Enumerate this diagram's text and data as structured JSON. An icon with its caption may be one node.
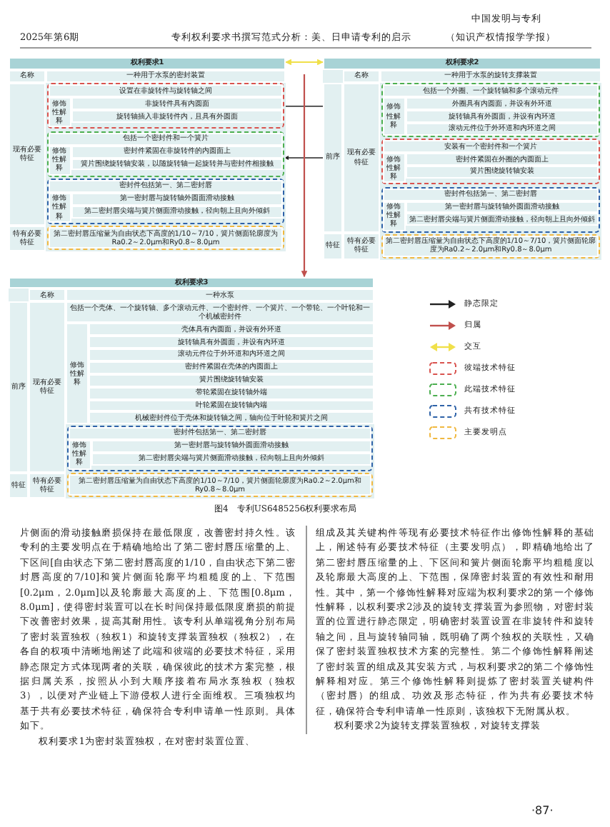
{
  "diagram": {
    "caption": "图4　专利US6485256权利要求布局",
    "nodes": [
      {
        "text": [
          "权利要求1",
          "名称",
          "一种用于水泵的密封装置",
          "现有必要特征",
          "特有必要特征"
        ]
      },
      {
        "text": [
          "设置在非旋转件与旋转轴之间",
          "修饰性解释",
          "非旋转件具有内圆面",
          "旋转轴插入非旋转件内，且具有外圆面"
        ],
        "in": 0
      },
      {
        "text": [
          "包括一个密封件和一个簧片",
          "修饰性解释",
          "密封件紧固在非旋转件的内圆面上",
          "簧片围绕旋转轴安装，以随旋转轴一起旋转并与密封件相接触"
        ],
        "in": 0
      },
      {
        "text": [
          "密封件包括第一、第二密封唇",
          "修饰性解释",
          "第一密封唇与旋转轴外圆面滑动接触",
          "第二密封唇尖端与簧片侧面滑动接触，径向朝上且向外倾斜"
        ],
        "in": 0
      },
      {
        "text": [
          "第二密封唇压缩量为自由状态下高度的1/10～7/10，簧片侧面轮廓度为Ra0.2～2.0μm和Ry0.8～8.0μm"
        ],
        "in": 0
      },
      {
        "text": [
          "权利要求2",
          "名称",
          "一种用于水泵的旋转支撑装置",
          "前序",
          "现有必要特征",
          "特征",
          "特有必要特征"
        ]
      },
      {
        "text": [
          "包括一个外圈、一个旋转轴和多个滚动元件",
          "修饰性解释",
          "外圈具有内圆面，并设有外环道",
          "旋转轴具有外圆面，并设有内环道",
          "滚动元件位于外环道和内环道之间"
        ],
        "in": 5
      },
      {
        "text": [
          "安装有一个密封件和一个簧片",
          "修饰性解释",
          "密封件紧固在外圈的内圆面上",
          "簧片围绕旋转轴安装"
        ],
        "in": 5
      },
      {
        "text": [
          "密封件包括第一、第二密封唇",
          "修饰性解释",
          "第一密封唇与旋转轴外圆面滑动接触",
          "第二密封唇尖端与簧片侧面滑动接触，径向朝上且向外倾斜"
        ],
        "in": 5
      },
      {
        "text": [
          "第二密封唇压缩量为自由状态下高度的1/10～7/10，簧片侧面轮廓度为Ra0.2～2.0μm和Ry0.8～8.0μm"
        ],
        "in": 5
      },
      {
        "text": [
          "权利要求3",
          "名称",
          "一种水泵",
          "前序",
          "现有必要特征",
          "特征",
          "特有必要特征"
        ]
      },
      {
        "text": [
          "包括一个壳体、一个旋转轴、多个滚动元件、一个密封件、一个簧片、一个带轮、一个叶轮和一个机械密封件",
          "修饰性解释",
          "壳体具有内圆面，并设有外环道",
          "旋转轴具有外圆面，并设有内环道",
          "滚动元件位于外环道和内环道之间",
          "密封件紧固在壳体的内圆面上",
          "簧片围绕旋转轴安装",
          "带轮紧固在旋转轴外端",
          "叶轮紧固在旋转轴内端",
          "机械密封件位于壳体和旋转轴之间，轴向位于叶轮和簧片之间"
        ],
        "in": 10
      },
      {
        "text": [
          "密封件包括第一、第二密封唇",
          "修饰性解释",
          "第一密封唇与旋转轴外圆面滑动接触",
          "第二密封唇尖端与簧片侧面滑动接触，径向朝上且向外倾斜"
        ],
        "in": 10
      },
      {
        "text": [
          "第二密封唇压缩量为自由状态下高度的1/10～7/10，簧片侧面轮廓度为Ra0.2～2.0μm和Ry0.8～8.0μm"
        ],
        "in": 10
      }
    ],
    "edges": [
      {
        "from": 1,
        "to": 6,
        "arrow": "to"
      },
      {
        "from": 7,
        "to": 2,
        "arrow": "to"
      },
      {
        "from": 0,
        "to": 5,
        "arrow": "both",
        "color": "#f0e04a"
      },
      {
        "from": null,
        "to": 10,
        "arrow": "to",
        "color": "#c0504d"
      }
    ],
    "labels": [
      "2025年第6期",
      "专利权利要求书撰写范式分析：美、日申请专利的启示",
      "中国发明与专利",
      "（知识产权情报学学报）",
      "片侧面的滑动接触磨损保持在最低限度，改善密封持久性。该专利的主要发明点在于精确地给出了第二密封唇压缩量的上、下区间[自由状态下第二密封唇高度的1/10，自由状态下第二密封唇高度的7/10]和簧片侧面轮廓平均粗糙度的上、下范围[0.2μm，2.0μm]以及轮廓最大高度的上、下范围[0.8μm，8.0μm]，使得密封装置可以在长时间保持最低限度磨损的前提下改善密封效果，提高其耐用性。该专利从单端视角分别布局了密封装置独权（独权1）和旋转支撑装置独权（独权2），在各自的权项中清晰地阐述了此端和彼端的必要技术特征，采用静态限定方式体现两者的关联，确保彼此的技术方案完整，根据归属关系，按照从小到大顺序接着布局水泵独权（独权3），以便对产业链上下游侵权人进行全面维权。三项独权均基于共有必要技术特征，确保符合专利申请单一性原则。具体如下。",
      "权利要求1为密封装置独权，在对密封装置位置、",
      "组成及其关键构件等现有必要技术特征作出修饰性解释的基础上，阐述特有必要技术特征（主要发明点），即精确地给出了第二密封唇压缩量的上、下区间和簧片侧面轮廓平均粗糙度以及轮廓最大高度的上、下范围，保障密封装置的有效性和耐用性。其中，第一个修饰性解释对应端为权利要求2的第一个修饰性解释，以权利要求2涉及的旋转支撑装置为参照物，对密封装置的位置进行静态限定，明确密封装置设置在非旋转件和旋转轴之间，且与旋转轴同轴，既明确了两个独权的关联性，又确保了密封装置独权技术方案的完整性。第二个修饰性解释阐述了密封装置的组成及其安装方式，与权利要求2的第二个修饰性解释相对应。第三个修饰性解释则提炼了密封装置关键构件（密封唇）的组成、功效及形态特征，作为共有必要技术特征，确保符合专利申请单一性原则，该独权下无附属从权。",
      "权利要求2为旋转支撑装置独权，对旋转支撑装",
      "·87·"
    ],
    "legend": [
      {
        "text": "静态限定"
      },
      {
        "text": "归属"
      },
      {
        "text": "交互"
      },
      {
        "text": "彼端技术特征"
      },
      {
        "text": "此端技术特征"
      },
      {
        "text": "共有技术特征"
      },
      {
        "text": "主要发明点"
      }
    ]
  }
}
